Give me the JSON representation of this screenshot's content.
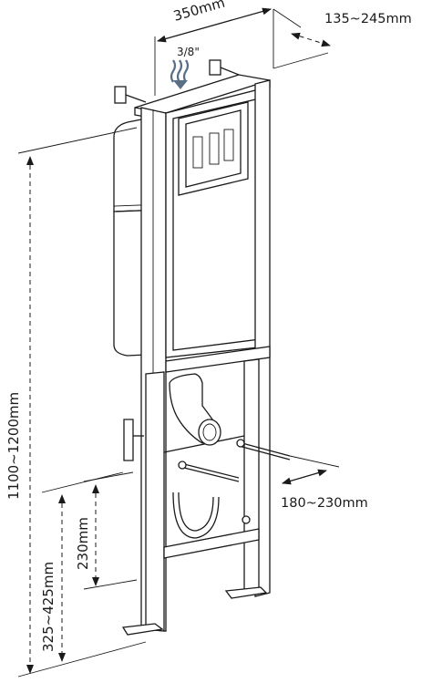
{
  "dimensions": {
    "frame_width": "350mm",
    "depth_range": "135~245mm",
    "inlet_size": "3/8\"",
    "total_height": "1100~1200mm",
    "drain_spacing": "180~230mm",
    "drain_height": "230mm",
    "outlet_height": "325~425mm"
  },
  "colors": {
    "line": "#1a1a1a",
    "water_arrow": "#5a6f86"
  }
}
